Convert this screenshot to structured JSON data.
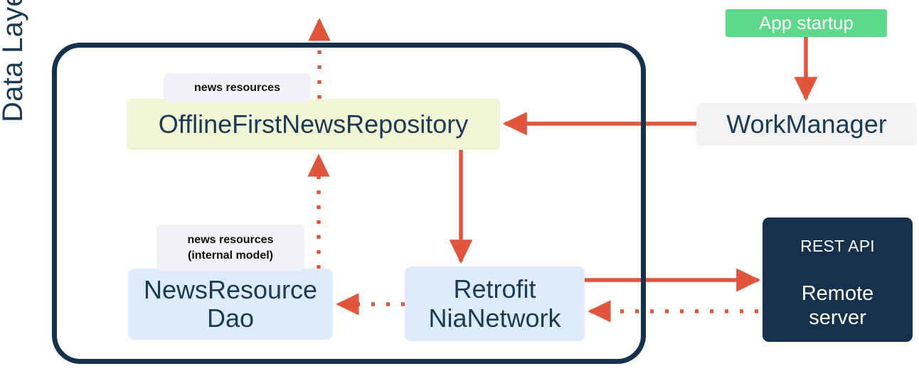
{
  "diagram": {
    "title": "Data Layer",
    "colors": {
      "dark_navy": "#15314B",
      "arrow_red": "#E0553C",
      "repository_fill": "#F1F5D6",
      "dao_fill": "#DDEBFA",
      "network_fill": "#DDEBFA",
      "workmanager_fill": "#F2F3F5",
      "app_startup_fill": "#5CD98B",
      "chip_fill": "#F2F2F6",
      "text_navy": "#1B3A53"
    }
  },
  "layer": {
    "label": "Data Layer"
  },
  "nodes": {
    "repository": {
      "label": "OfflineFirstNewsRepository"
    },
    "dao": {
      "line1": "NewsResource",
      "line2": "Dao"
    },
    "retrofit": {
      "line1": "Retrofit",
      "line2": "NiaNetwork"
    },
    "workmanager": {
      "label": "WorkManager"
    },
    "app_startup": {
      "label": "App startup"
    },
    "remote_server": {
      "rest_api": "REST API",
      "line1": "Remote",
      "line2": "server"
    }
  },
  "chips": {
    "news_resources": {
      "label": "news resources"
    },
    "news_resources_internal": {
      "line1": "news resources",
      "line2": "(internal model)"
    }
  },
  "edges": [
    {
      "name": "repository-to-ui-out",
      "from": "OfflineFirstNewsRepository",
      "to": "above (UI layer)",
      "style": "dotted",
      "direction": "up"
    },
    {
      "name": "dao-to-repository",
      "from": "NewsResourceDao",
      "to": "OfflineFirstNewsRepository",
      "style": "dotted",
      "direction": "up"
    },
    {
      "name": "repository-to-retrofit",
      "from": "OfflineFirstNewsRepository",
      "to": "RetrofitNiaNetwork",
      "style": "solid",
      "direction": "down"
    },
    {
      "name": "retrofit-to-dao",
      "from": "RetrofitNiaNetwork",
      "to": "NewsResourceDao",
      "style": "dotted",
      "direction": "left"
    },
    {
      "name": "retrofit-to-remote",
      "from": "RetrofitNiaNetwork",
      "to": "Remote server",
      "style": "solid",
      "direction": "right"
    },
    {
      "name": "remote-to-retrofit",
      "from": "Remote server",
      "to": "RetrofitNiaNetwork",
      "style": "dotted",
      "direction": "left"
    },
    {
      "name": "workmanager-to-repository",
      "from": "WorkManager",
      "to": "OfflineFirstNewsRepository",
      "style": "solid",
      "direction": "left"
    },
    {
      "name": "appstartup-to-workmanager",
      "from": "App startup",
      "to": "WorkManager",
      "style": "solid",
      "direction": "down"
    }
  ]
}
